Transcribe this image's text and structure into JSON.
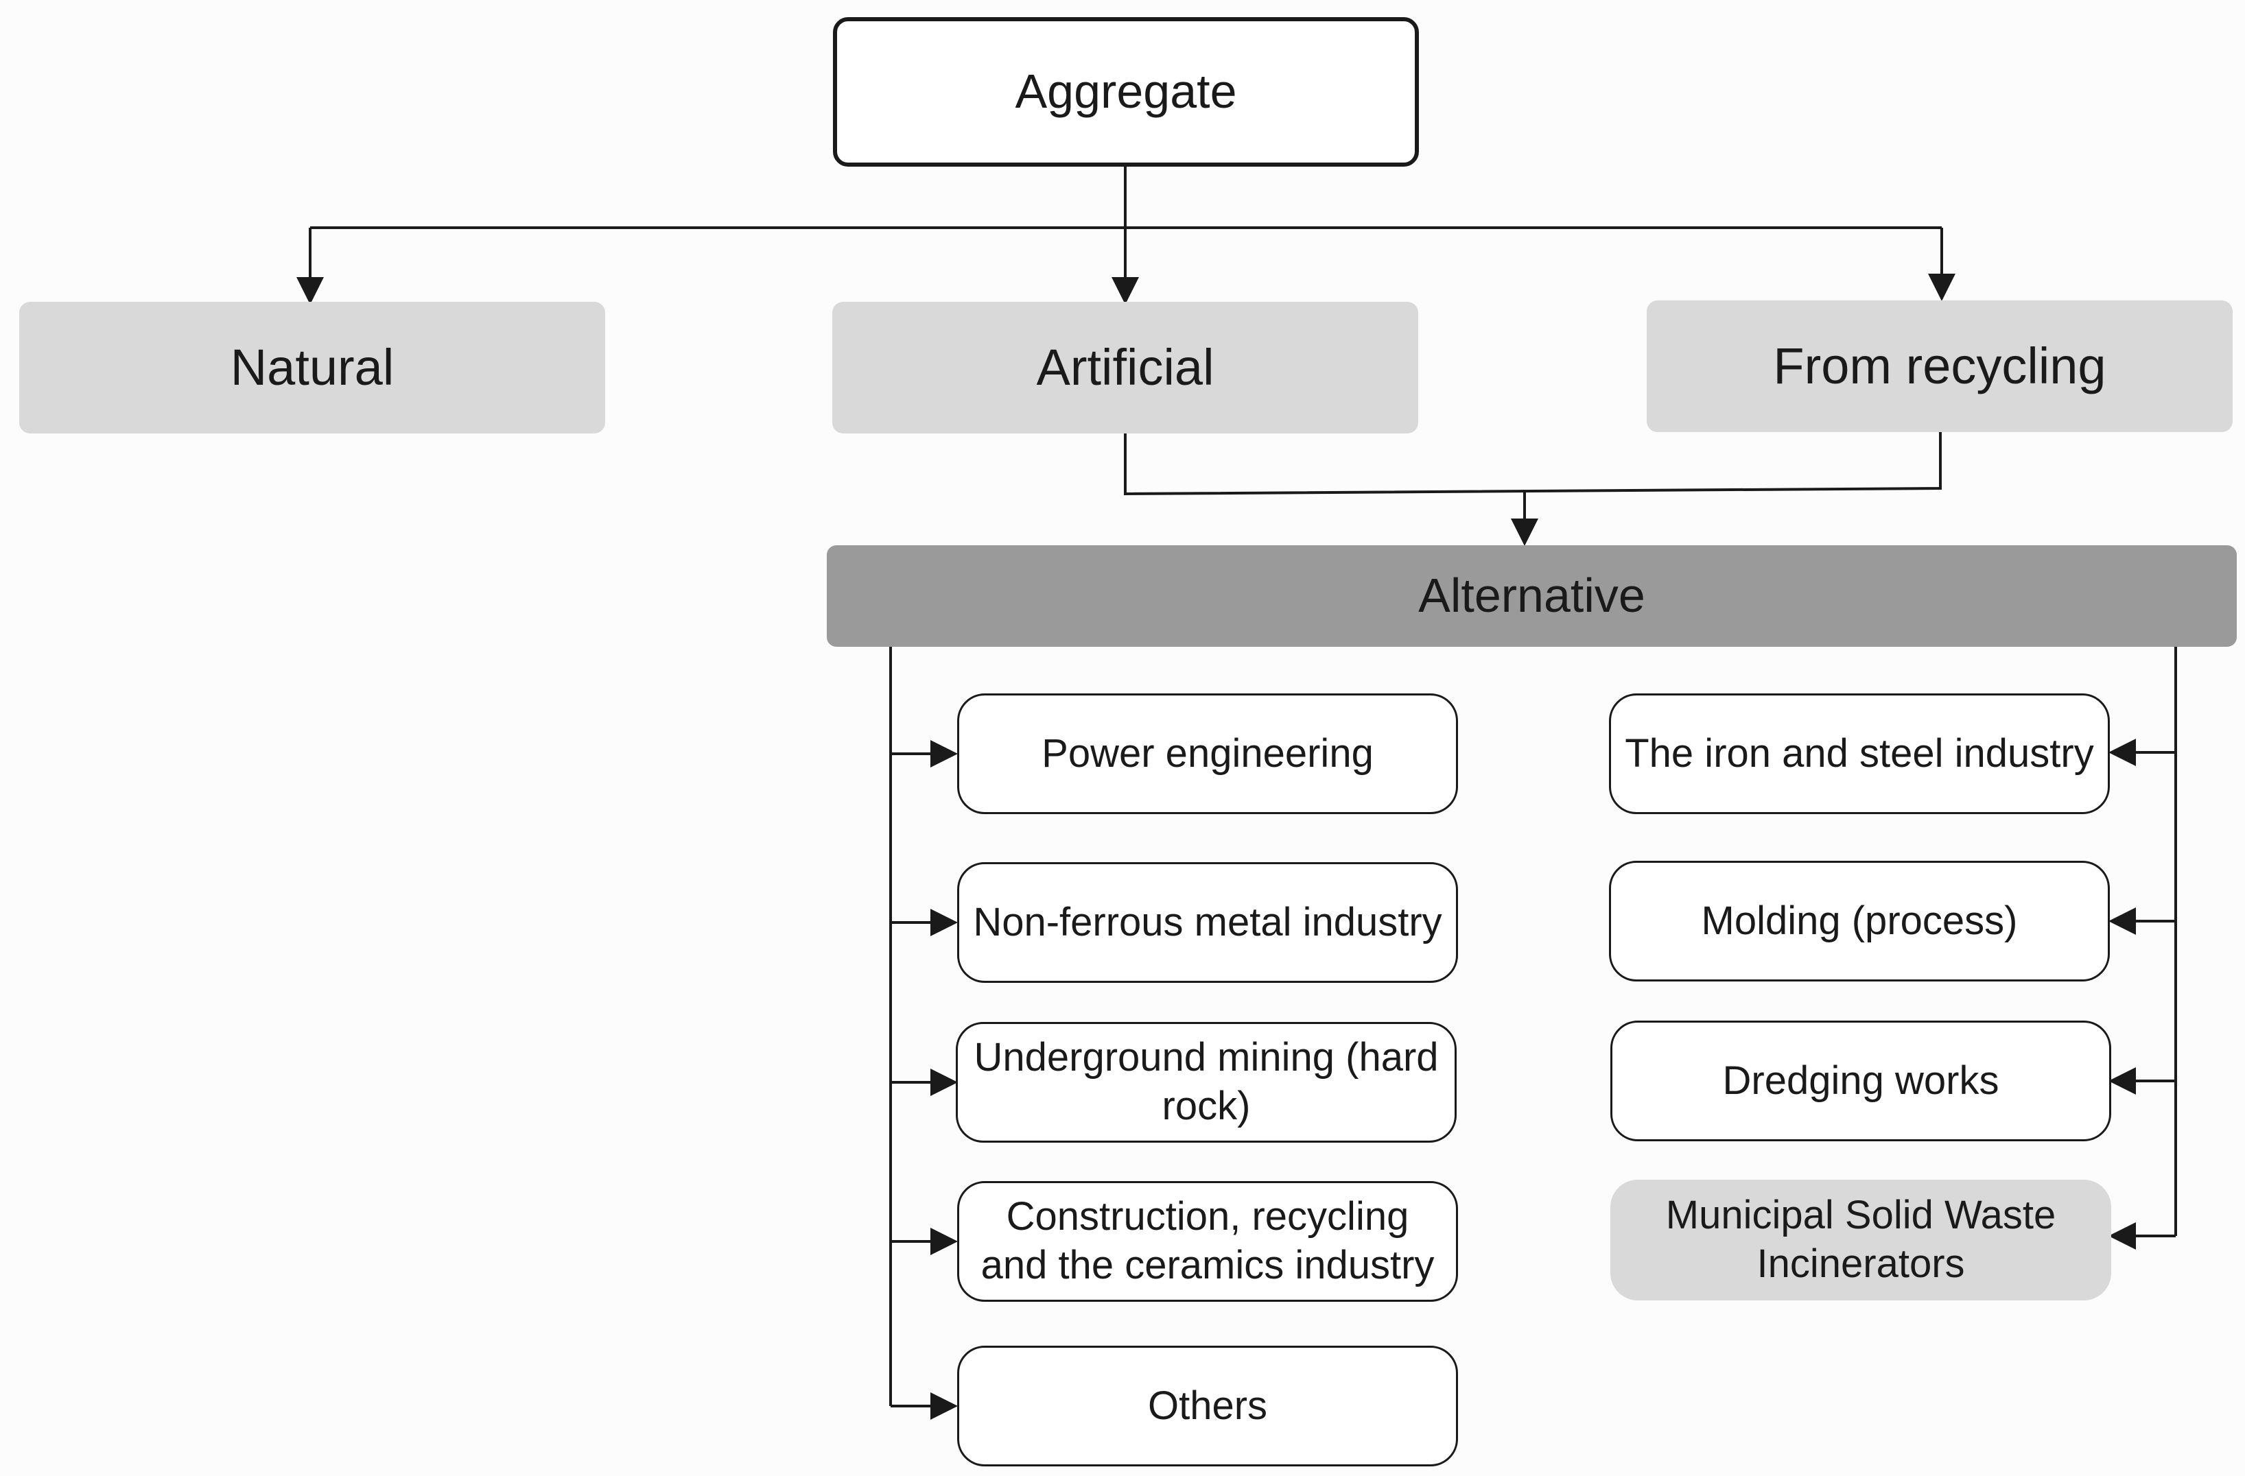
{
  "root": {
    "label": "Aggregate"
  },
  "categories": {
    "natural": "Natural",
    "artificial": "Artificial",
    "recycling": "From recycling"
  },
  "alternative": {
    "label": "Alternative"
  },
  "left_sources": [
    "Power engineering",
    "Non-ferrous metal industry",
    "Underground mining (hard rock)",
    "Construction, recycling and the ceramics industry",
    "Others"
  ],
  "right_sources": [
    "The iron and steel industry",
    "Molding (process)",
    "Dredging works",
    "Municipal Solid Waste Incinerators"
  ],
  "colors": {
    "category_fill": "#d9d9d9",
    "alternative_fill": "#9a9a9a",
    "line": "#1a1a1a",
    "highlighted_source_fill": "#d9d9d9"
  }
}
